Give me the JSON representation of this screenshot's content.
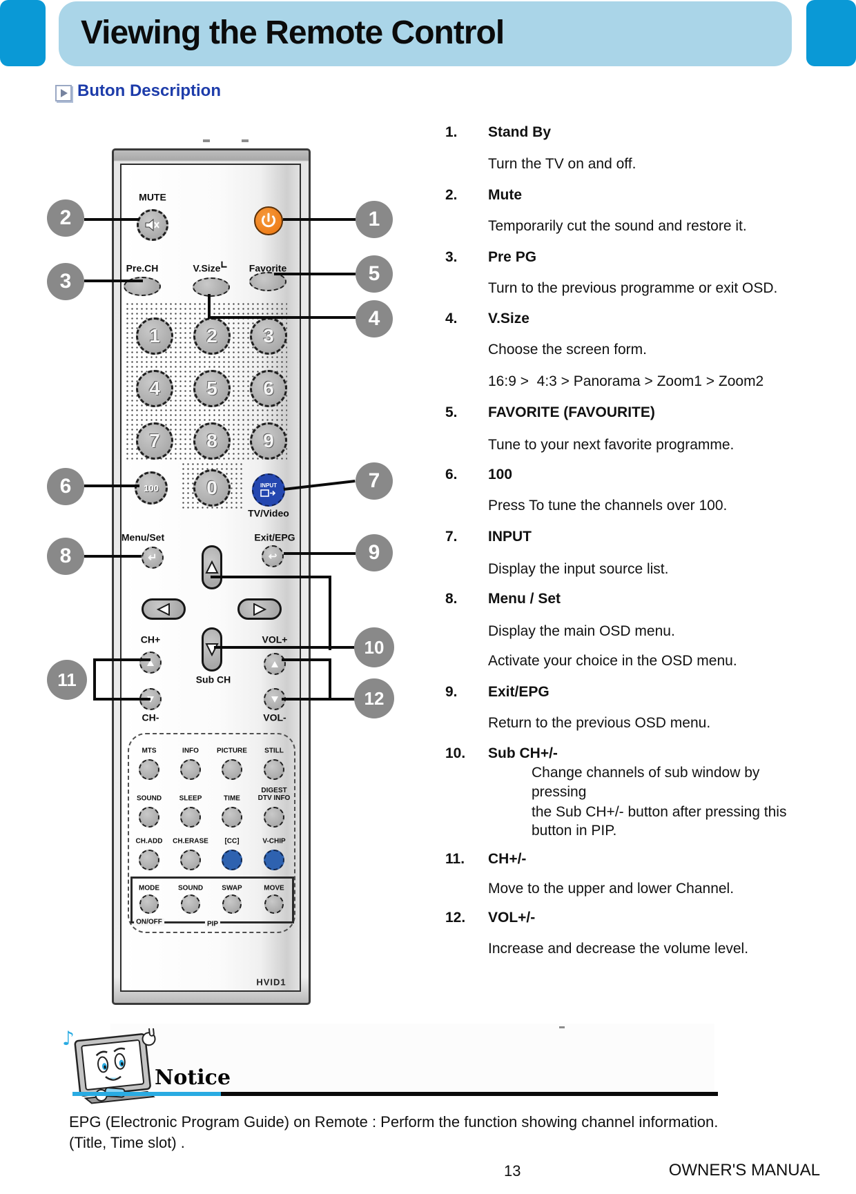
{
  "header": {
    "title": "Viewing the Remote Control"
  },
  "section": {
    "title": "Buton Description"
  },
  "colors": {
    "header_bar_blue": "#0a99d6",
    "header_pill_blue": "#aad5e8",
    "section_title_blue": "#1d3caa",
    "callout_gray": "#898989",
    "power_orange": "#f08121",
    "input_blue": "#2447b0",
    "function_key_blue": "#2e62b0",
    "notice_cyan": "#29abe2"
  },
  "icons": {
    "play": "play-icon",
    "mute": "mute-speaker-icon",
    "power": "power-icon",
    "menu_set": "enter-arrow-icon",
    "exit_epg": "back-arrow-icon",
    "input": "source-box-arrow-icon",
    "mascot": "tv-mascot-with-music-note"
  },
  "remote": {
    "labels": {
      "mute": "MUTE",
      "pre_ch": "Pre.CH",
      "v_size": "V.Size",
      "favorite": "Favorite",
      "tv_video": "TV/Video",
      "menu_set": "Menu/Set",
      "exit_epg": "Exit/EPG",
      "ch_plus": "CH+",
      "vol_plus": "VOL+",
      "sub_ch": "Sub CH",
      "ch_minus": "CH-",
      "vol_minus": "VOL-",
      "on_off": "ON/OFF",
      "pip": "PIP",
      "model": "HVID1"
    },
    "digits": [
      "1",
      "2",
      "3",
      "4",
      "5",
      "6",
      "7",
      "8",
      "9"
    ],
    "zero": "0",
    "hundred": "100",
    "input_label": "INPUT",
    "bottom_rows": [
      [
        "MTS",
        "INFO",
        "PICTURE",
        "STILL"
      ],
      [
        "SOUND",
        "SLEEP",
        "TIME",
        "DIGEST\nDTV INFO"
      ],
      [
        "CH.ADD",
        "CH.ERASE",
        "[CC]",
        "V-CHIP"
      ],
      [
        "MODE",
        "SOUND",
        "SWAP",
        "MOVE"
      ]
    ]
  },
  "callouts": [
    "1",
    "2",
    "3",
    "4",
    "5",
    "6",
    "7",
    "8",
    "9",
    "10",
    "11",
    "12"
  ],
  "descriptions": [
    {
      "num": "1.",
      "title": "Stand By",
      "lines": [
        "Turn the TV on and off."
      ]
    },
    {
      "num": "2.",
      "title": "Mute",
      "lines": [
        "Temporarily cut the sound and restore it."
      ]
    },
    {
      "num": "3.",
      "title": "Pre PG",
      "lines": [
        "Turn to the previous programme or exit OSD."
      ]
    },
    {
      "num": "4.",
      "title": "V.Size",
      "lines": [
        "Choose the screen form.",
        "16:9 >  4:3 > Panorama > Zoom1 > Zoom2"
      ]
    },
    {
      "num": "5.",
      "title": "FAVORITE (FAVOURITE)",
      "lines": [
        "Tune to your next favorite programme."
      ]
    },
    {
      "num": "6.",
      "title": "100",
      "lines": [
        "Press To tune the channels over 100."
      ]
    },
    {
      "num": "7.",
      "title": "INPUT",
      "lines": [
        "Display the input source list."
      ]
    },
    {
      "num": "8.",
      "title": "Menu / Set",
      "lines": [
        "Display the main OSD menu.",
        "Activate your choice in the OSD menu."
      ]
    },
    {
      "num": "9.",
      "title": "Exit/EPG",
      "lines": [
        "Return to the previous OSD menu."
      ]
    },
    {
      "num": "10.",
      "title": "Sub CH+/-",
      "lines": [
        "Change channels of sub window by",
        "pressing",
        "the Sub CH+/- button after pressing this",
        "button in PIP."
      ]
    },
    {
      "num": "11.",
      "title": "CH+/-",
      "lines": [
        "Move to the upper and lower Channel."
      ]
    },
    {
      "num": "12.",
      "title": "VOL+/-",
      "lines": [
        "Increase and decrease the volume level."
      ]
    }
  ],
  "notice": {
    "label": "Notice",
    "line1": "EPG (Electronic Program Guide) on Remote : Perform the function showing channel information.",
    "line2": "(Title, Time slot) ."
  },
  "footer": {
    "page": "13",
    "manual": "OWNER'S MANUAL"
  }
}
